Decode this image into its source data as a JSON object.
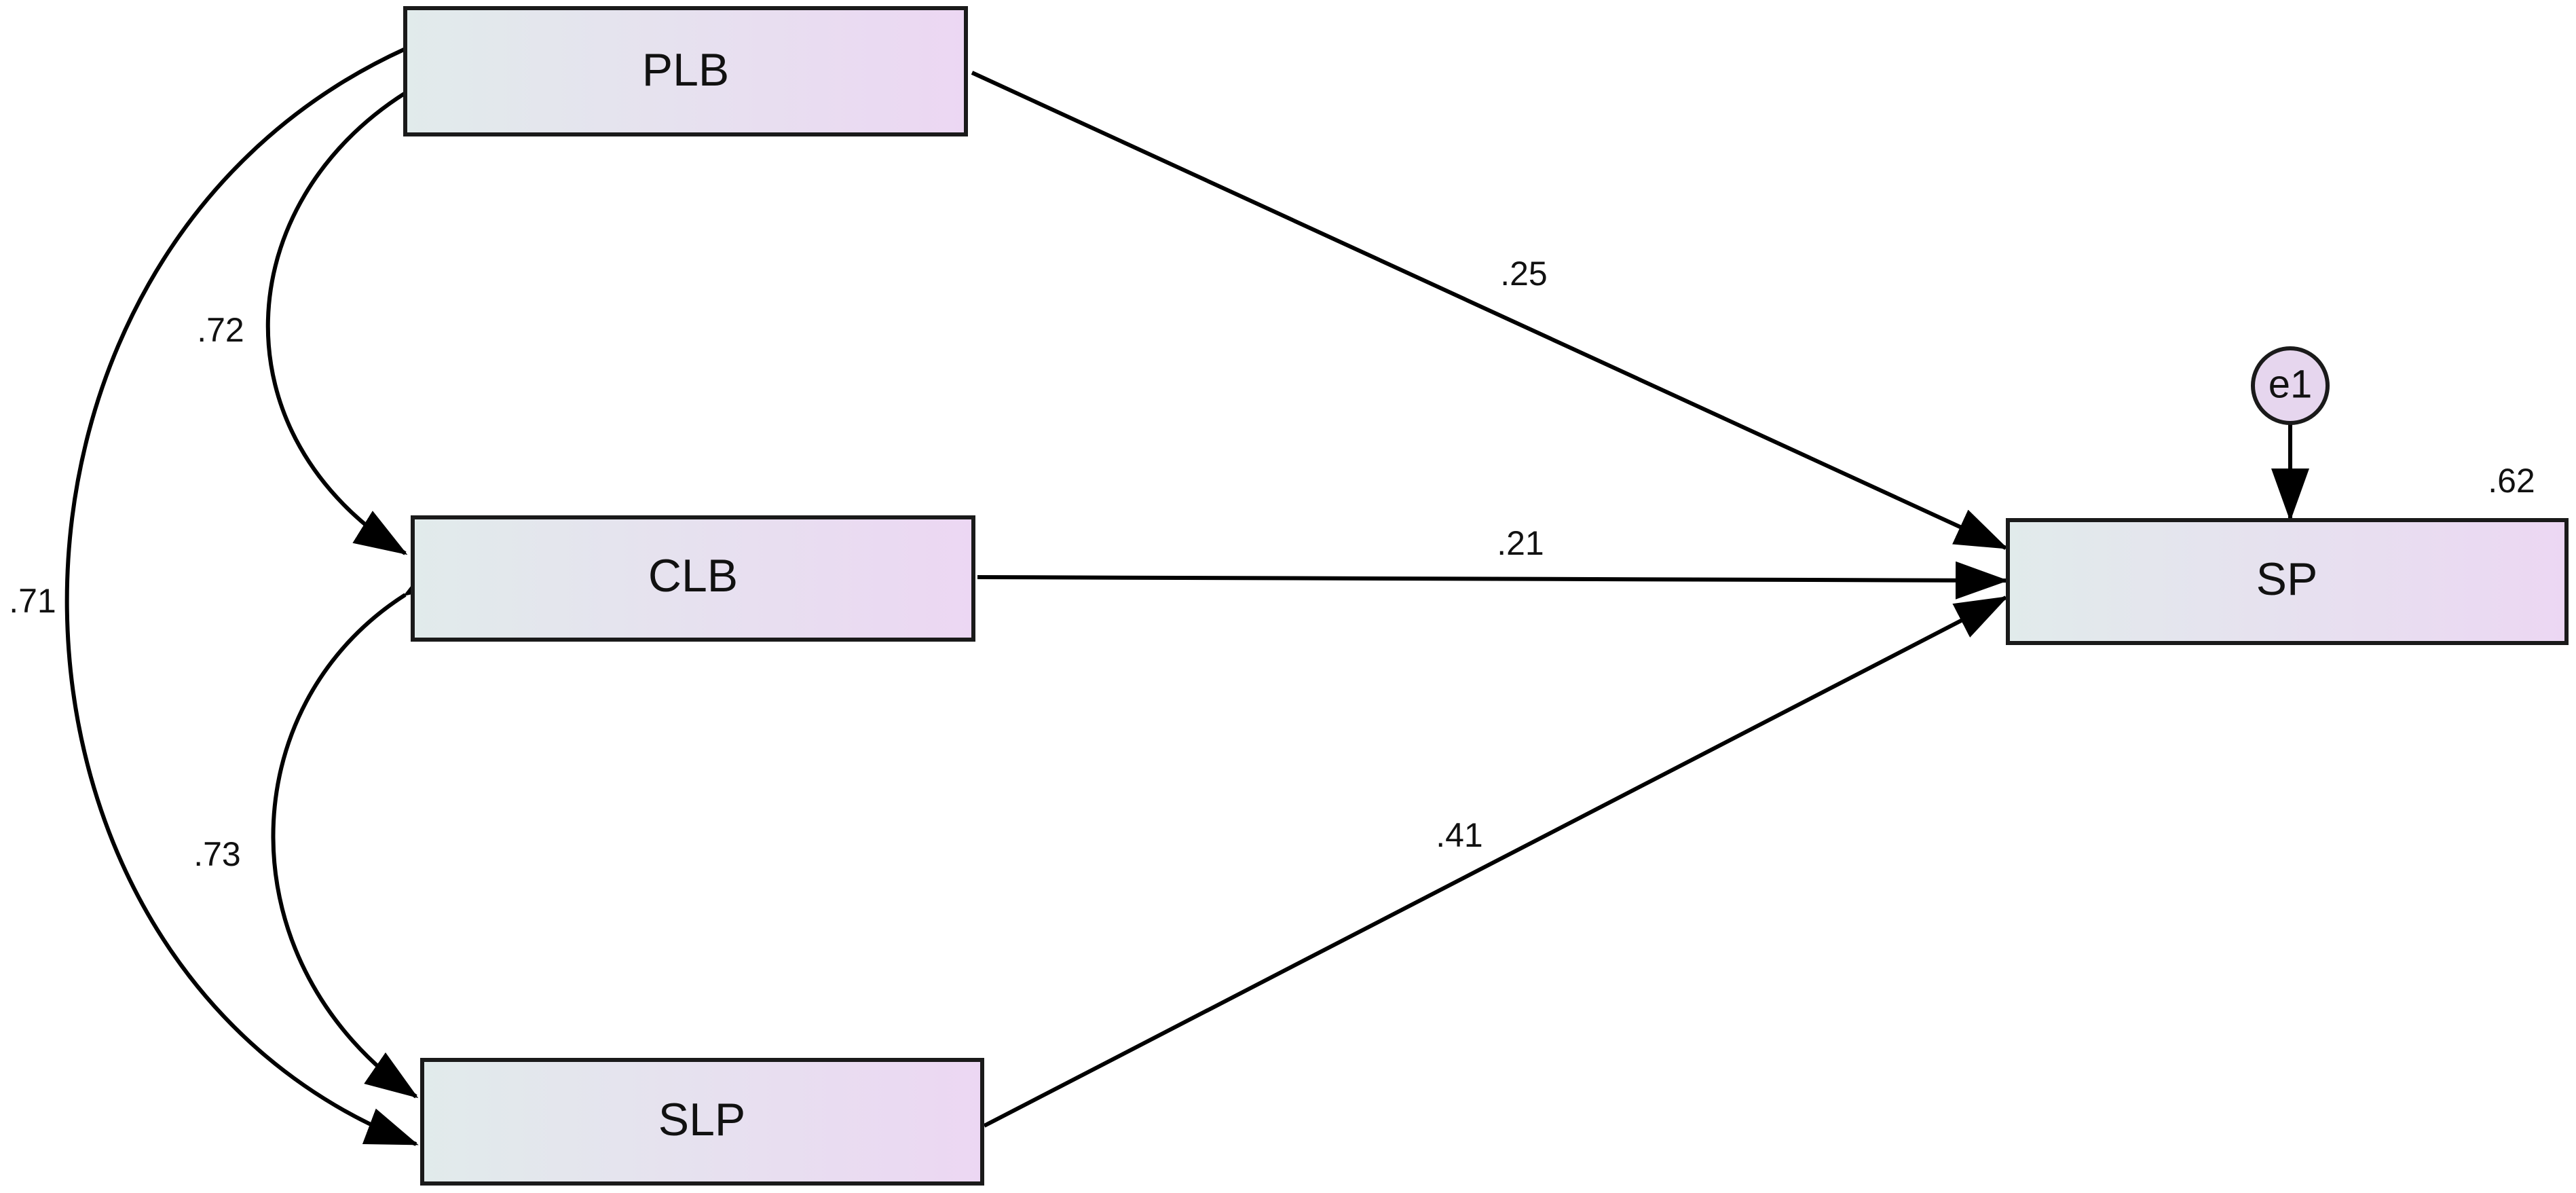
{
  "nodes": {
    "plb": {
      "label": "PLB"
    },
    "clb": {
      "label": "CLB"
    },
    "slp": {
      "label": "SLP"
    },
    "sp": {
      "label": "SP",
      "r_squared": ".62"
    },
    "e1": {
      "label": "e1"
    }
  },
  "paths": {
    "plb_sp": ".25",
    "clb_sp": ".21",
    "slp_sp": ".41"
  },
  "correlations": {
    "plb_clb": ".72",
    "clb_slp": ".73",
    "plb_slp": ".71"
  },
  "colors": {
    "box_fill_left": "#e1ebeb",
    "box_fill_right": "#ecd7f3",
    "error_fill": "#e6d6ee",
    "stroke": "#1a1a1a"
  }
}
